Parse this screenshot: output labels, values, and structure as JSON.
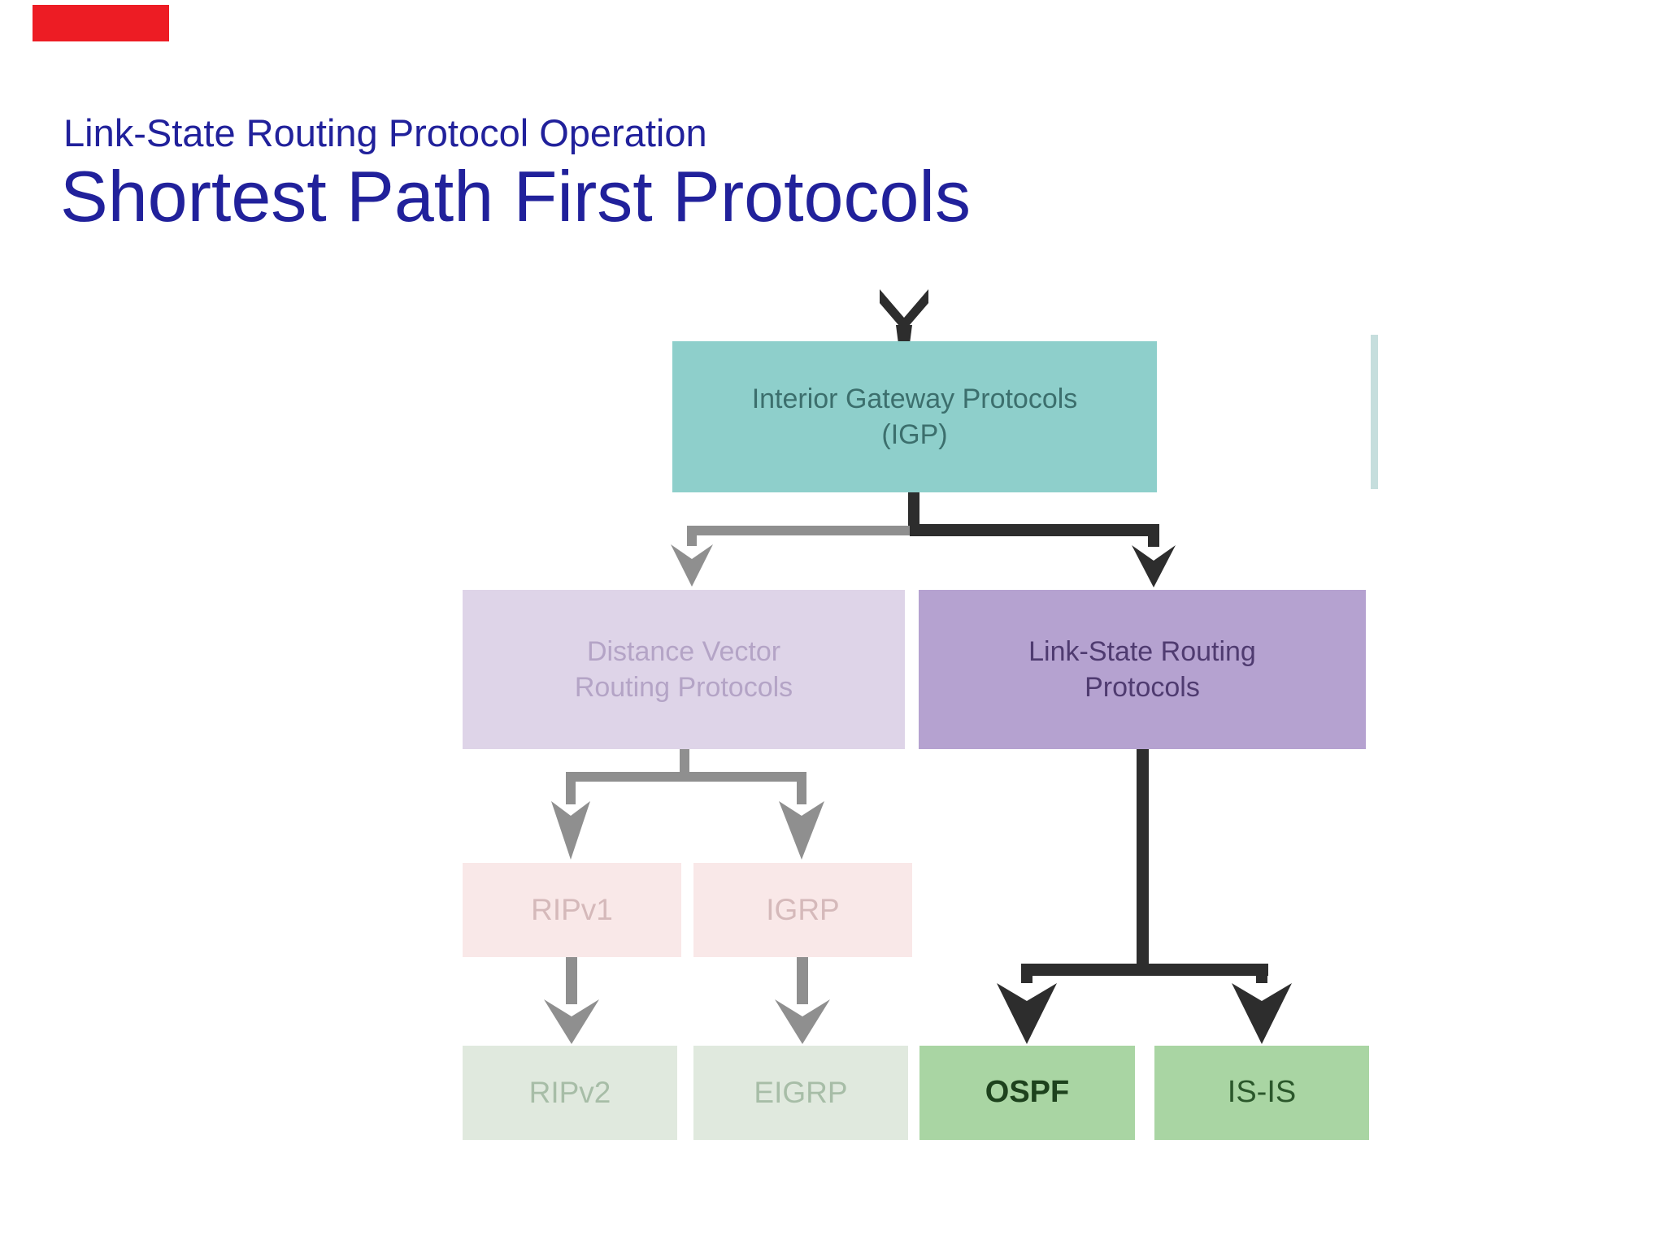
{
  "slide": {
    "kicker": "Link-State Routing Protocol Operation",
    "title": "Shortest Path First Protocols",
    "title_color": "#21219b",
    "accent_bar_color": "#ed1c24"
  },
  "nodes": {
    "igp": {
      "line1": "Interior Gateway Protocols",
      "line2": "(IGP)"
    },
    "dv": {
      "line1": "Distance Vector",
      "line2": "Routing Protocols"
    },
    "ls": {
      "line1": "Link-State Routing",
      "line2": "Protocols"
    },
    "ripv1": {
      "label": "RIPv1"
    },
    "igrp": {
      "label": "IGRP"
    },
    "ripv2": {
      "label": "RIPv2"
    },
    "eigrp": {
      "label": "EIGRP"
    },
    "ospf": {
      "label": "OSPF"
    },
    "isis": {
      "label": "IS-IS"
    }
  },
  "colors": {
    "igp_fill": "#8ecfcb",
    "distance_vector_fill": "#ded4e8",
    "link_state_fill": "#b5a2d0",
    "rip_igrp_fill": "#f9e8e8",
    "ripv2_eigrp_fill": "#e0e9de",
    "ospf_isis_fill": "#a9d5a3",
    "active_connector": "#2d2d2d",
    "faded_connector": "#8f8f8f",
    "clipped_box_edge": "#c6dedd"
  }
}
